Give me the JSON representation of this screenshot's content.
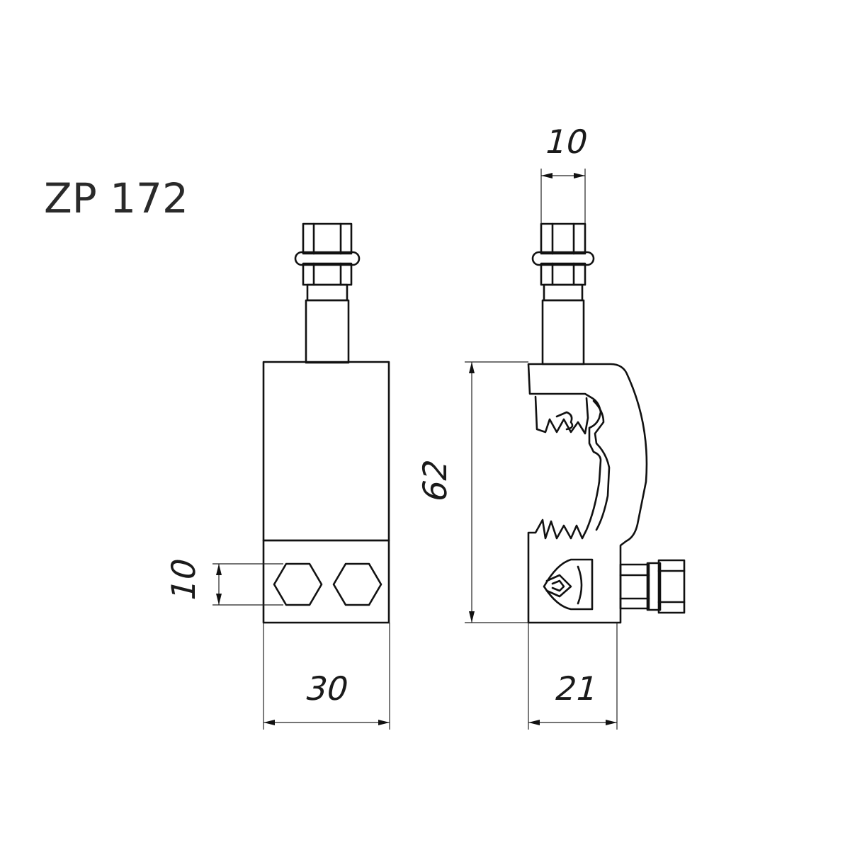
{
  "title": "ZP 172",
  "dimensions": {
    "front_width": "30",
    "front_hex": "10",
    "side_height": "62",
    "side_width": "21",
    "side_top": "10"
  }
}
